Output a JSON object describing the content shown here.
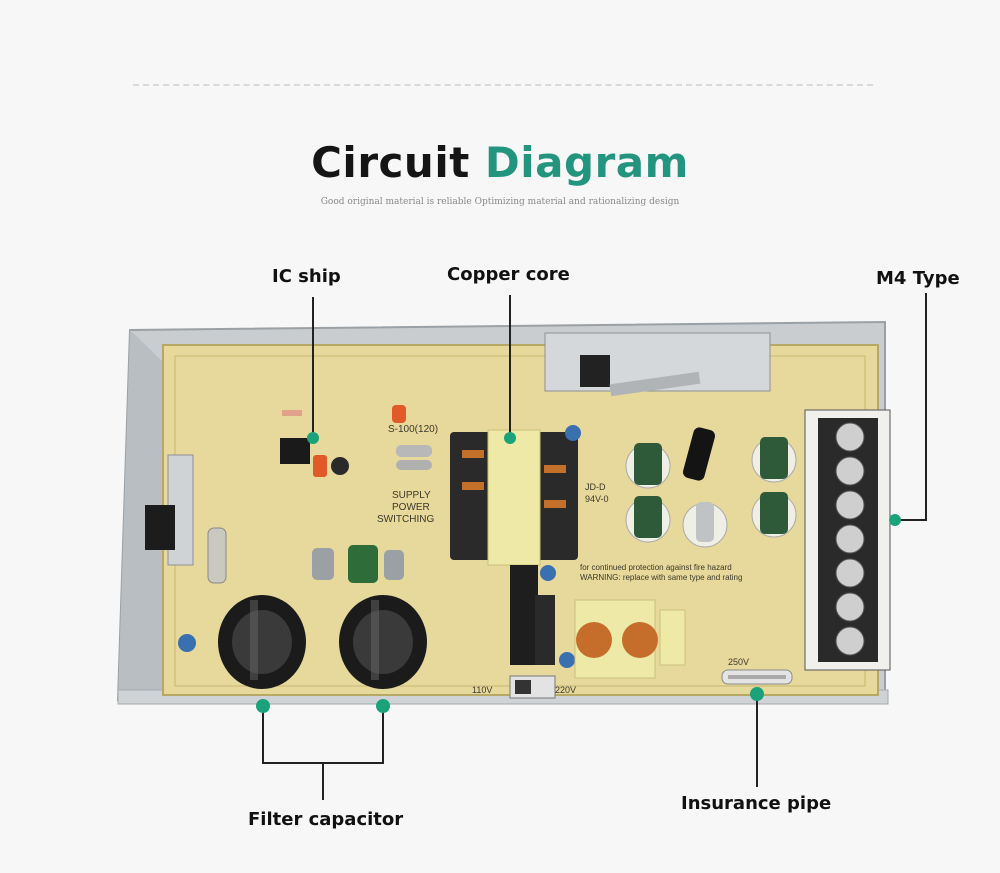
{
  "header": {
    "title_part1": "Circuit",
    "title_part2": "Diagram",
    "subtitle": "Good original material is reliable Optimizing material and rationalizing design"
  },
  "callouts": [
    {
      "id": "ic-ship",
      "label": "IC ship"
    },
    {
      "id": "copper-core",
      "label": "Copper core"
    },
    {
      "id": "m4-type",
      "label": "M4 Type"
    },
    {
      "id": "filter-capacitor",
      "label": "Filter capacitor"
    },
    {
      "id": "insurance-pipe",
      "label": "Insurance pipe"
    }
  ],
  "board_text": {
    "model": "S-100(120)",
    "switching": "SWITCHING",
    "power": "POWER",
    "supply": "SUPPLY",
    "warning_line1": "WARNING: replace with same type and rating",
    "warning_line2": "for continued protection against fire hazard",
    "fuse": "250V",
    "v110": "110V",
    "v220": "220V",
    "jd": "JD-D",
    "rating": "94V-0"
  },
  "colors": {
    "accent": "#23957f",
    "dot": "#1aa37a",
    "pcb": "#e7d89c",
    "text": "#111111"
  }
}
